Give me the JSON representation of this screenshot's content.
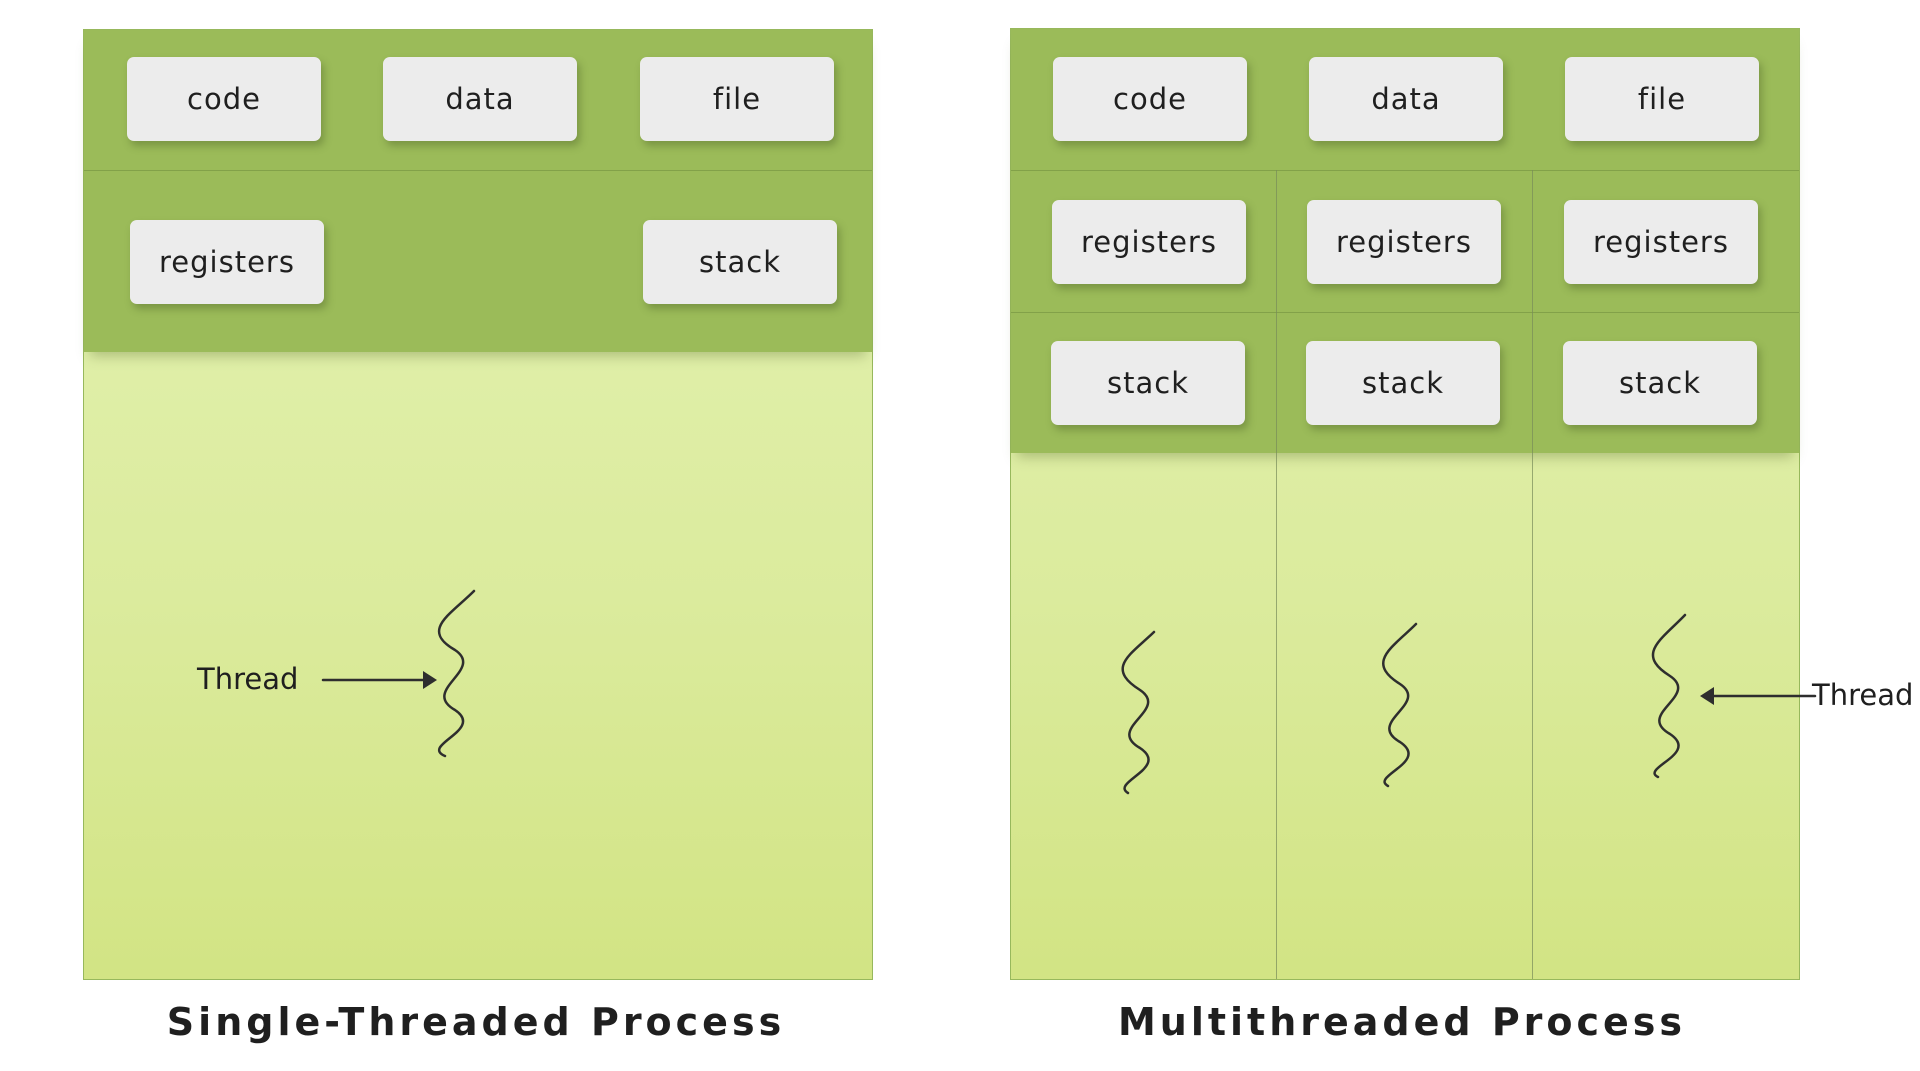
{
  "single": {
    "title": "Single-Threaded Process",
    "shared": [
      "code",
      "data",
      "file"
    ],
    "registers": "registers",
    "stack": "stack",
    "thread_label": "Thread"
  },
  "multi": {
    "title": "Multithreaded Process",
    "shared": [
      "code",
      "data",
      "file"
    ],
    "registers": [
      "registers",
      "registers",
      "registers"
    ],
    "stacks": [
      "stack",
      "stack",
      "stack"
    ],
    "thread_label": "Thread"
  },
  "colors": {
    "band": "#9bbb59",
    "panel_top": "#e5f3b5",
    "panel_bottom": "#d2e484",
    "box": "#ececec",
    "line": "#2e2e2e"
  },
  "icons": [
    "thread-squiggle-icon",
    "arrow-icon"
  ]
}
